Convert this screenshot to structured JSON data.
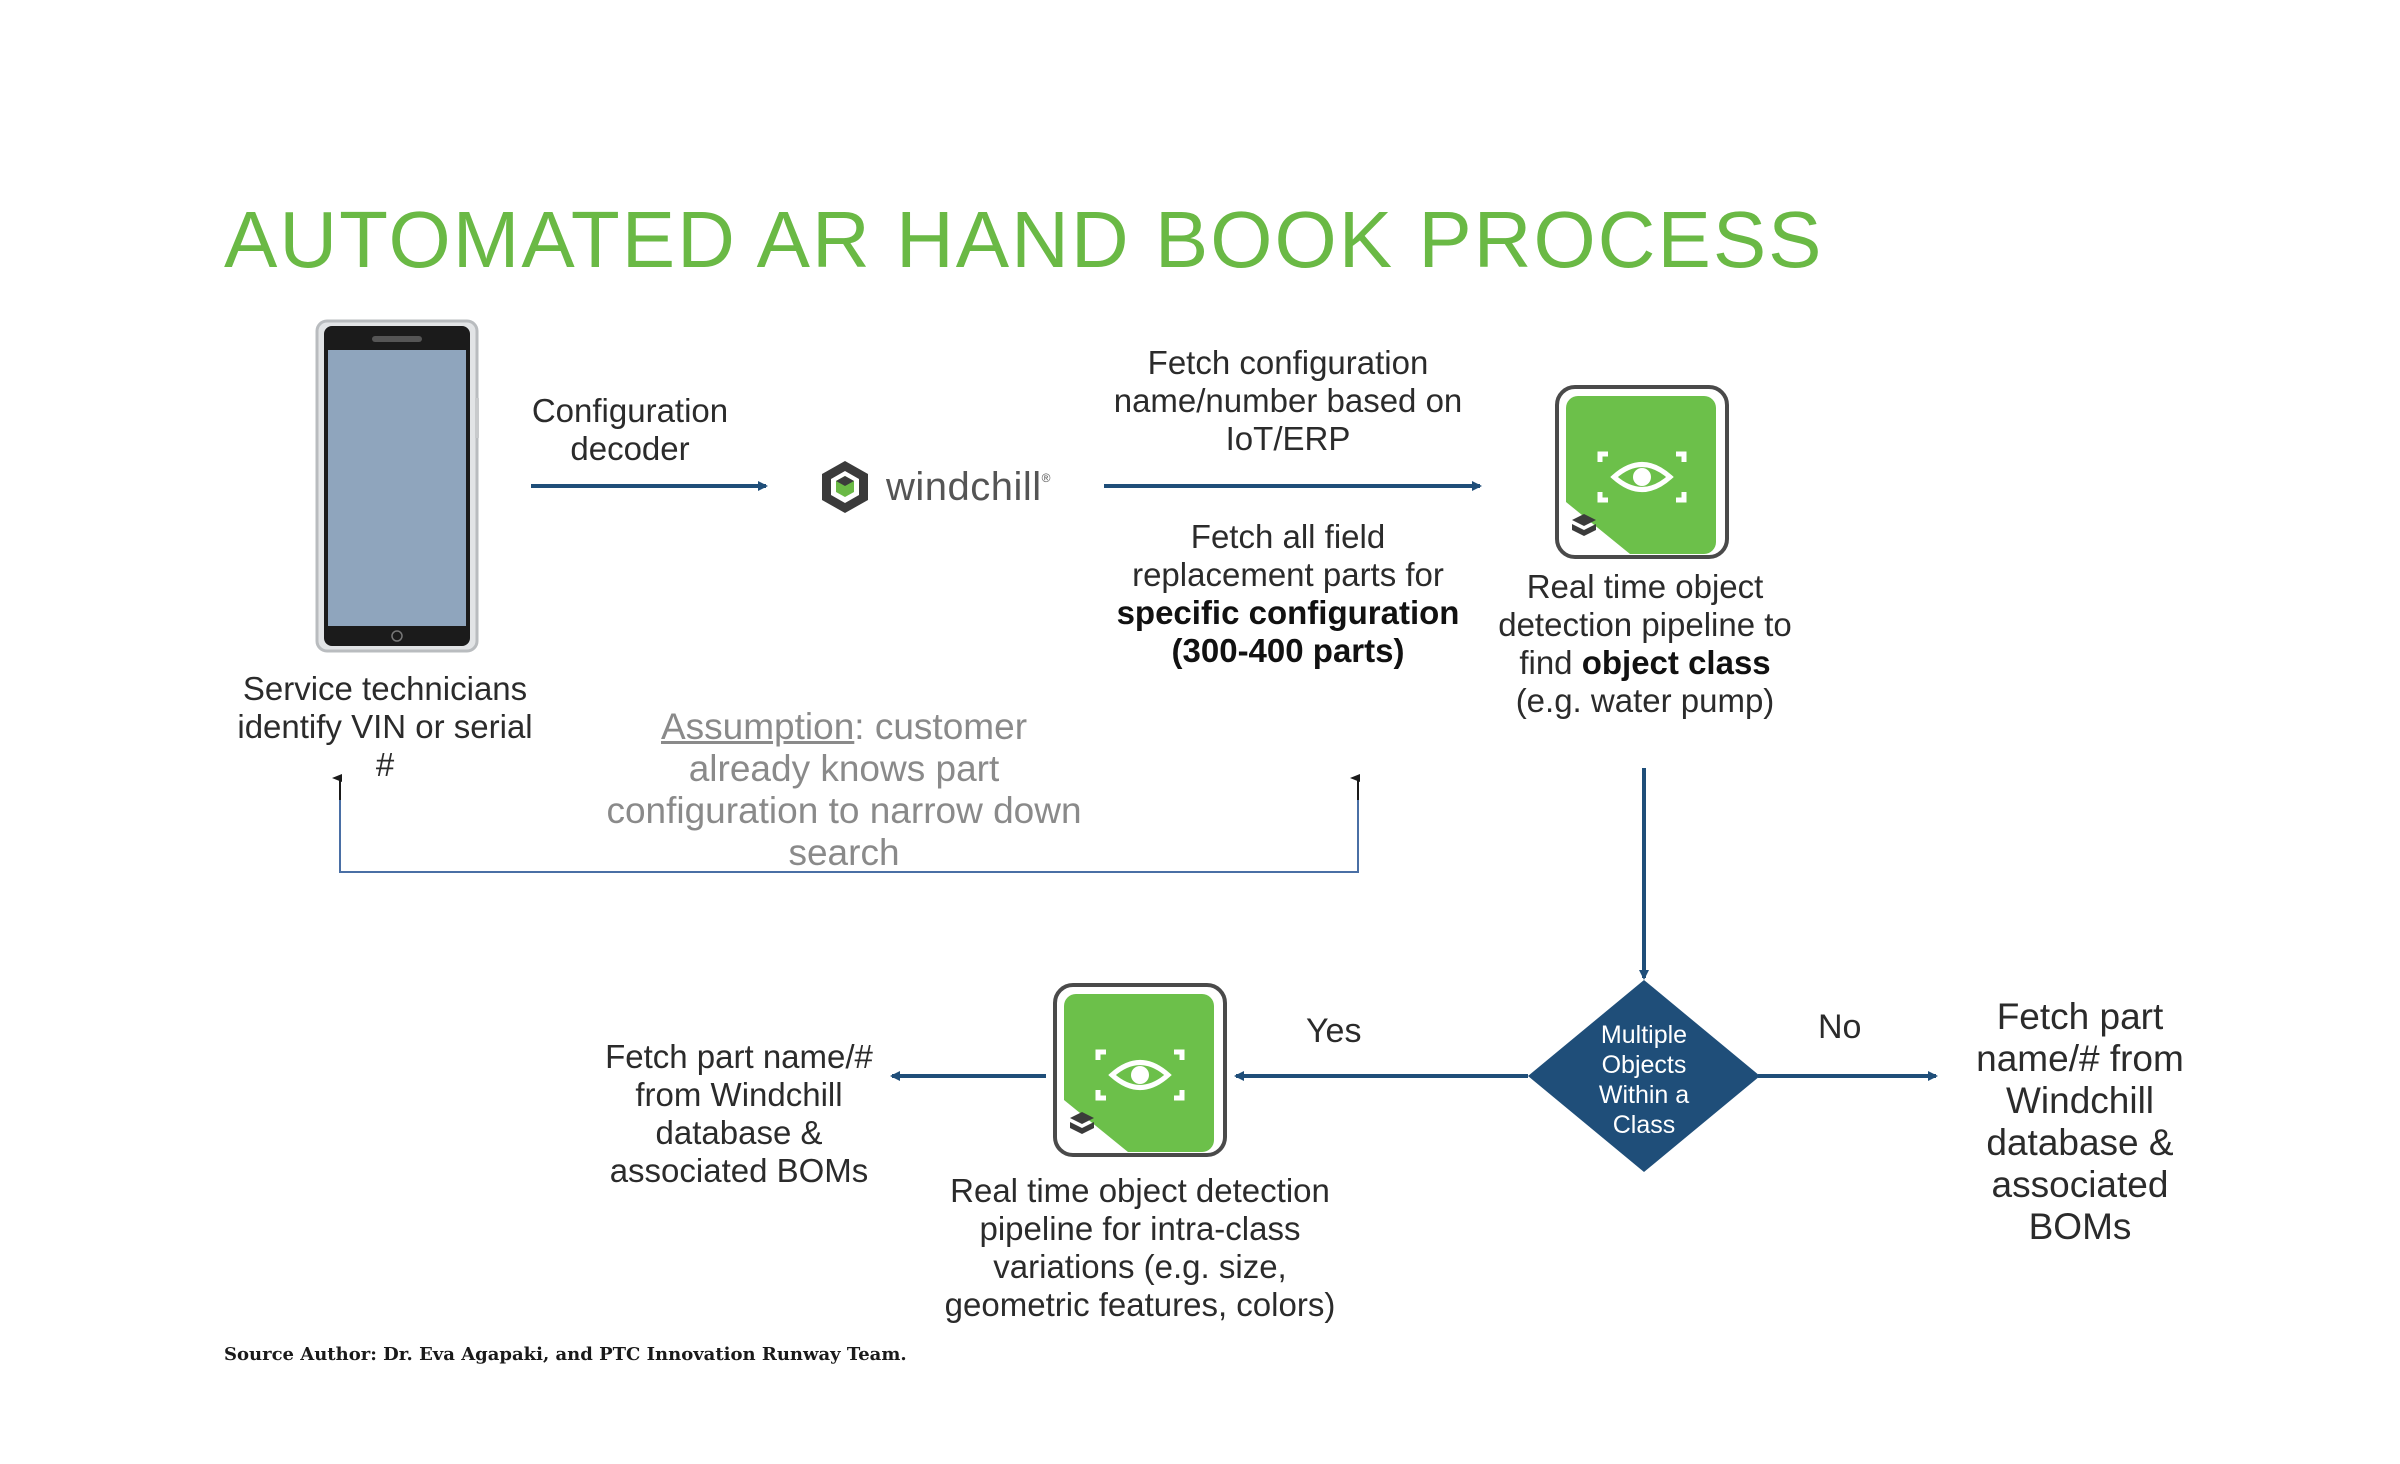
{
  "title": "AUTOMATED AR HAND BOOK PROCESS",
  "nodes": {
    "technician": "Service technicians identify VIN or serial #",
    "config_decoder": "Configuration decoder",
    "windchill_logo": "windchill",
    "fetch_config": "Fetch configuration name/number based on IoT/ERP",
    "fetch_parts_pre": "Fetch all field replacement parts for",
    "fetch_parts_bold": "specific configuration (300-400 parts)",
    "detection_pre": "Real time object detection pipeline to find",
    "detection_bold": "object class",
    "detection_post": "(e.g. water pump)",
    "assumption_word": "Assumption",
    "assumption_rest": ": customer already knows part configuration to narrow down search",
    "decision": "Multiple Objects Within a Class",
    "yes": "Yes",
    "no": "No",
    "intra_class": "Real time object detection pipeline for intra-class variations (e.g. size, geometric features, colors)",
    "fetch_left": "Fetch part name/# from Windchill database & associated BOMs",
    "fetch_right": "Fetch part name/# from Windchill database & associated BOMs"
  },
  "source": "Source Author: Dr. Eva Agapaki, and PTC Innovation Runway Team.",
  "icons": {
    "phone": "smartphone-icon",
    "windchill": "windchill-logo-icon",
    "vision_app": "vision-eye-app-icon"
  },
  "colors": {
    "title_green": "#6ab945",
    "arrow_blue": "#1f4e79",
    "loop_blue": "#4a6fa5",
    "diamond_navy": "#1f4e79",
    "app_green": "#6cc04a"
  }
}
